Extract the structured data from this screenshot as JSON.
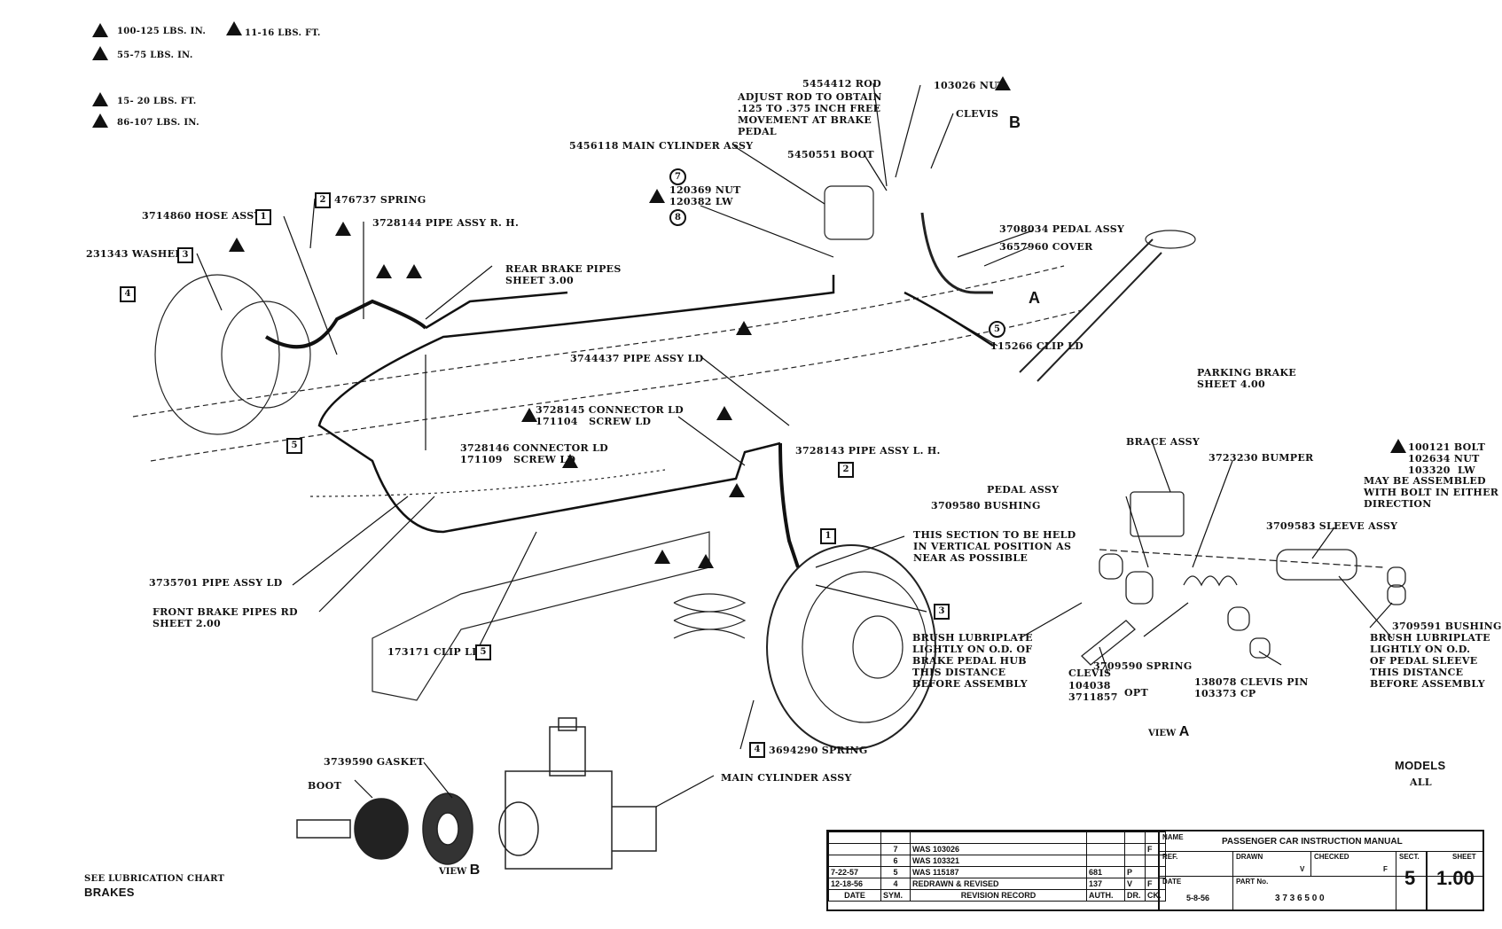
{
  "legend": [
    {
      "icon": "torque-triangle",
      "text": "100-125 LBS. IN."
    },
    {
      "icon": "torque-triangle",
      "text": "11-16 LBS. FT."
    },
    {
      "icon": "torque-triangle",
      "text": "55-75 LBS. IN."
    },
    {
      "icon": "torque-triangle",
      "text": "15- 20 LBS. FT."
    },
    {
      "icon": "torque-triangle",
      "text": "86-107 LBS. IN."
    }
  ],
  "callouts": {
    "rod": "5454412 ROD",
    "rod_note": "ADJUST ROD TO OBTAIN\n.125 TO .375 INCH FREE\nMOVEMENT AT BRAKE\nPEDAL",
    "nut_103026": "103026 NUT",
    "clevis_top": "CLEVIS",
    "view_b_marker": "B",
    "main_cyl": "5456118 MAIN CYLINDER ASSY",
    "boot_5450551": "5450551 BOOT",
    "nut_lw": "120369 NUT\n120382 LW",
    "circ_7": "7",
    "circ_8": "8",
    "pedal_assy": "3708034 PEDAL ASSY",
    "cover": "3657960 COVER",
    "view_a_marker": "A",
    "circ_5": "5",
    "clip_115266": "115266 CLIP LD",
    "parking_brake": "PARKING BRAKE\nSHEET 4.00",
    "hose_assy": "3714860 HOSE ASSY",
    "spring_476737": "476737 SPRING",
    "pipe_rh": "3728144 PIPE ASSY  R. H.",
    "washer": "231343 WASHER",
    "rear_pipes": "REAR BRAKE PIPES\nSHEET 3.00",
    "pipe_3744437": "3744437 PIPE ASSY LD",
    "connector_3728145": "3728145 CONNECTOR LD\n171104   SCREW LD",
    "connector_3728146": "3728146 CONNECTOR LD\n171109   SCREW LD",
    "pipe_lh": "3728143 PIPE ASSY  L. H.",
    "pipe_3735701": "3735701 PIPE ASSY LD",
    "front_pipes": "FRONT BRAKE PIPES RD\nSHEET 2.00",
    "clip_173171": "173171 CLIP LD",
    "vertical_note": "THIS SECTION TO BE HELD\nIN VERTICAL POSITION AS\nNEAR AS POSSIBLE",
    "spring_3694290": "3694290 SPRING",
    "brace": "BRACE ASSY",
    "bumper": "3723230 BUMPER",
    "bolt": "100121 BOLT\n102634 NUT\n103320  LW",
    "bolt_note": "MAY BE ASSEMBLED\nWITH BOLT IN EITHER\nDIRECTION",
    "pedal_assy_a": "PEDAL ASSY",
    "bushing_3709580": "3709580 BUSHING",
    "sleeve": "3709583 SLEEVE ASSY",
    "bushing_3709591": "3709591 BUSHING",
    "lube_left": "BRUSH LUBRIPLATE\nLIGHTLY ON O.D. OF\nBRAKE PEDAL HUB\nTHIS DISTANCE\nBEFORE ASSEMBLY",
    "lube_right": "BRUSH LUBRIPLATE\nLIGHTLY ON O.D.\nOF PEDAL SLEEVE\nTHIS DISTANCE\nBEFORE ASSEMBLY",
    "spring_3709590": "3709590 SPRING",
    "clevis_a": "CLEVIS",
    "clevis_parts": "104038\n3711857",
    "opt": "OPT",
    "clevis_pin": "138078 CLEVIS PIN\n103373 CP",
    "view_a": "VIEW",
    "view_a_letter": "A",
    "gasket": "3739590 GASKET",
    "boot": "BOOT",
    "main_cyl_b": "MAIN CYLINDER ASSY",
    "view_b": "VIEW",
    "view_b_letter": "B",
    "models_title": "MODELS",
    "models_value": "ALL"
  },
  "boxes": {
    "b1": "1",
    "b2": "2",
    "b3": "3",
    "b4": "4",
    "b5": "5"
  },
  "footer": {
    "lube_ref": "SEE LUBRICATION CHART",
    "section": "BRAKES"
  },
  "title_block": {
    "revisions": [
      {
        "date": "",
        "sym": "7",
        "record": "WAS 103026",
        "auth": "",
        "dr": "",
        "ck": "F"
      },
      {
        "date": "",
        "sym": "6",
        "record": "WAS 103321",
        "auth": "",
        "dr": "",
        "ck": ""
      },
      {
        "date": "7-22-57",
        "sym": "5",
        "record": "WAS 115187",
        "auth": "681",
        "dr": "P",
        "ck": ""
      },
      {
        "date": "12-18-56",
        "sym": "4",
        "record": "REDRAWN & REVISED",
        "auth": "137",
        "dr": "V",
        "ck": "F"
      }
    ],
    "headers": {
      "date": "DATE",
      "sym": "SYM.",
      "record": "REVISION RECORD",
      "auth": "AUTH.",
      "dr": "DR.",
      "ck": "CK."
    },
    "name_label": "NAME",
    "name_value": "PASSENGER CAR INSTRUCTION MANUAL",
    "ref_label": "REF.",
    "drawn_label": "DRAWN",
    "drawn_value": "V",
    "checked_label": "CHECKED",
    "checked_value": "F",
    "sect_label": "SECT.",
    "sect_value": "5",
    "sheet_label": "SHEET",
    "sheet_value": "1.00",
    "date_label": "DATE",
    "date_value": "5-8-56",
    "part_label": "PART No.",
    "part_value": "3 7 3 6 5 0 0"
  }
}
